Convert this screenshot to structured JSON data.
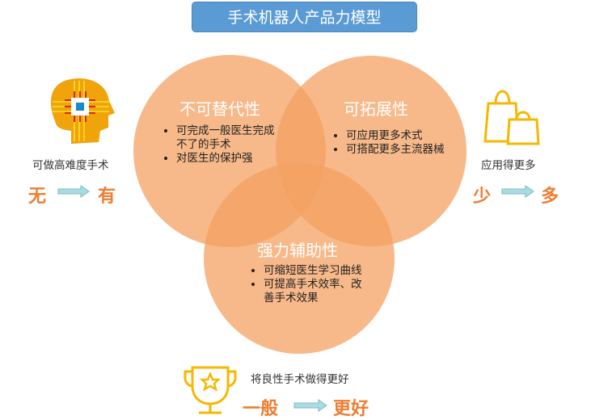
{
  "title": "手术机器人产品力模型",
  "circles": [
    {
      "title": "不可替代性",
      "bullets": [
        "可完成一般医生完成不了的手术",
        "对医生的保护强"
      ]
    },
    {
      "title": "可拓展性",
      "bullets": [
        "可应用更多术式",
        "可搭配更多主流器械"
      ]
    },
    {
      "title": "强力辅助性",
      "bullets": [
        "可缩短医生学习曲线",
        "可提高手术效率、改善手术效果"
      ]
    }
  ],
  "left": {
    "label": "可做高难度手术",
    "from": "无",
    "to": "有",
    "icon": "brain-chip-icon"
  },
  "right": {
    "label": "应用得更多",
    "from": "少",
    "to": "多",
    "icon": "shopping-bags-icon"
  },
  "bottom": {
    "label": "将良性手术做得更好",
    "from": "一般",
    "to": "更好",
    "icon": "trophy-icon"
  },
  "colors": {
    "circle": "#f4a261",
    "accent": "#ed7d31",
    "title_bg": "#5b9bd5",
    "icon": "#f5b800",
    "arrow": "#a9dbe0"
  }
}
